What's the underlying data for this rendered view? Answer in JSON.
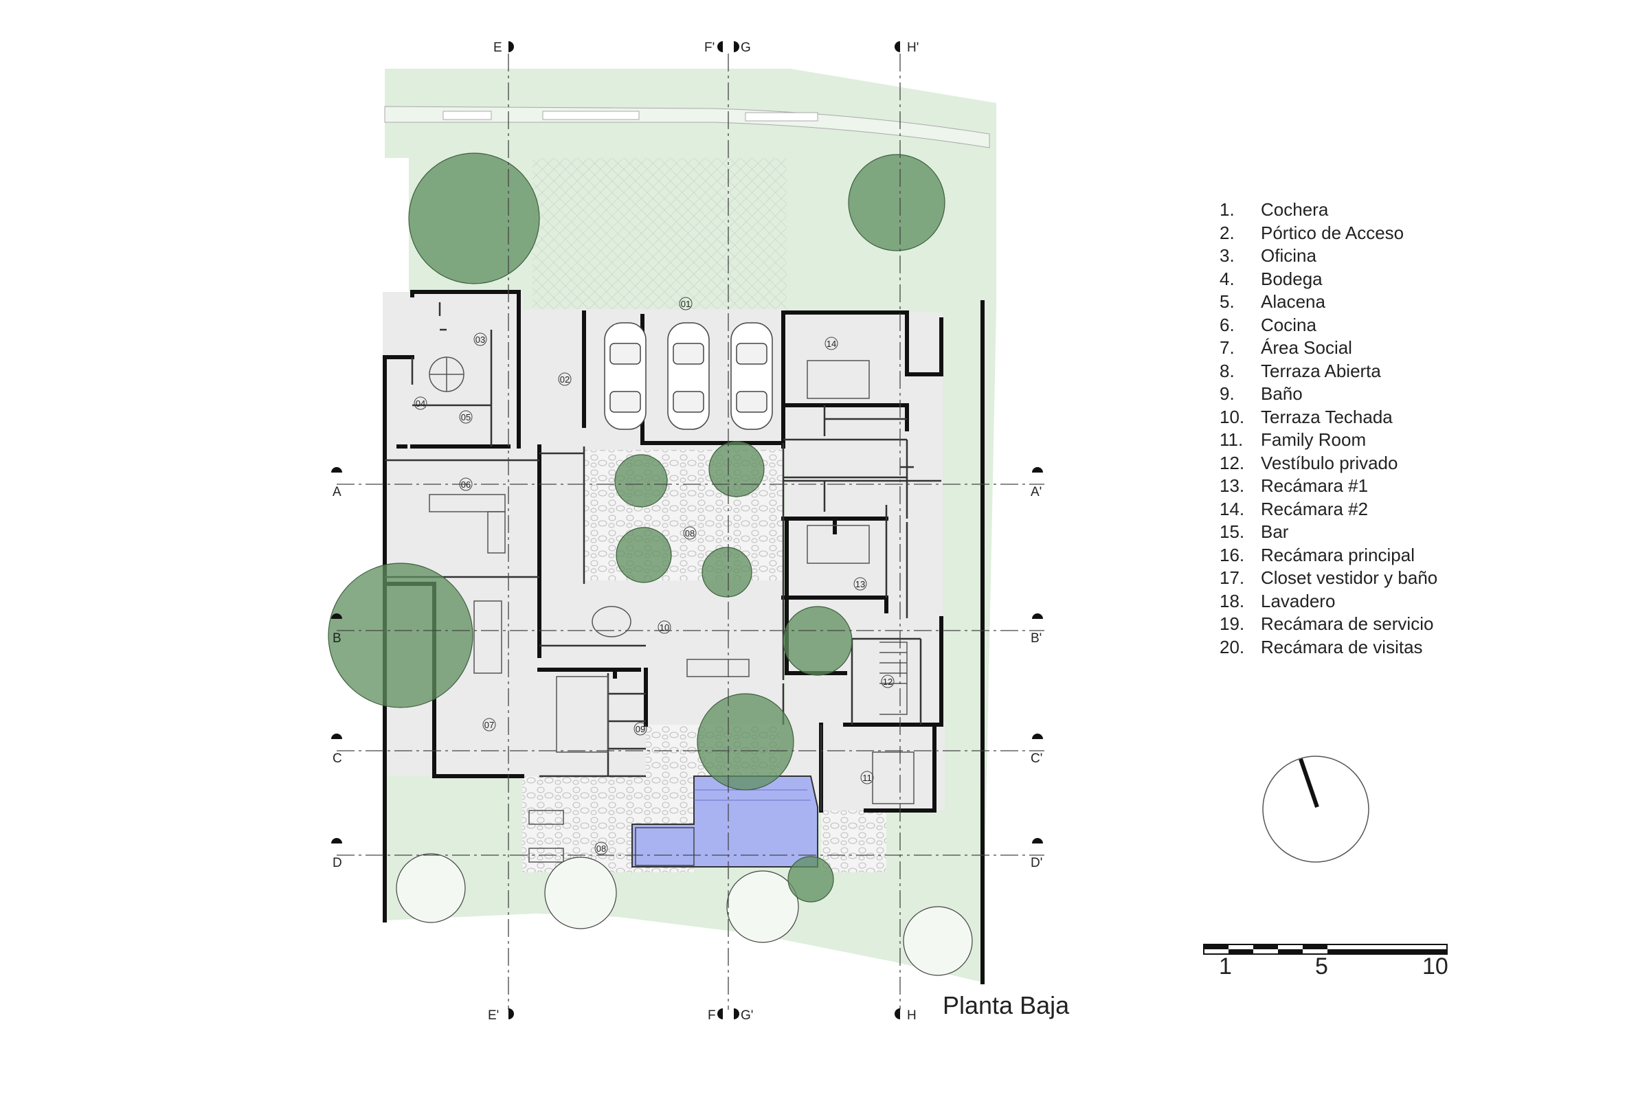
{
  "title": "Planta Baja",
  "axes": {
    "top": [
      "E",
      "F'",
      "G",
      "H'"
    ],
    "bottom": [
      "E'",
      "F",
      "G'",
      "H"
    ],
    "left": [
      "A",
      "B",
      "C",
      "D"
    ],
    "right": [
      "A'",
      "B'",
      "C'",
      "D'"
    ]
  },
  "room_numbers": [
    "01",
    "02",
    "03",
    "04",
    "05",
    "06",
    "07",
    "08",
    "09",
    "10",
    "11",
    "12",
    "13",
    "14",
    "08"
  ],
  "legend": [
    {
      "n": "1.",
      "name": "Cochera"
    },
    {
      "n": "2.",
      "name": "Pórtico de Acceso"
    },
    {
      "n": "3.",
      "name": "Oficina"
    },
    {
      "n": "4.",
      "name": "Bodega"
    },
    {
      "n": "5.",
      "name": "Alacena"
    },
    {
      "n": "6.",
      "name": "Cocina"
    },
    {
      "n": "7.",
      "name": "Área Social"
    },
    {
      "n": "8.",
      "name": "Terraza Abierta"
    },
    {
      "n": "9.",
      "name": "Baño"
    },
    {
      "n": "10.",
      "name": "Terraza Techada"
    },
    {
      "n": "11.",
      "name": "Family Room"
    },
    {
      "n": "12.",
      "name": "Vestíbulo privado"
    },
    {
      "n": "13.",
      "name": "Recámara #1"
    },
    {
      "n": "14.",
      "name": "Recámara #2"
    },
    {
      "n": "15.",
      "name": "Bar"
    },
    {
      "n": "16.",
      "name": "Recámara principal"
    },
    {
      "n": "17.",
      "name": "Closet vestidor y baño"
    },
    {
      "n": "18.",
      "name": "Lavadero"
    },
    {
      "n": "19.",
      "name": "Recámara de servicio"
    },
    {
      "n": "20.",
      "name": "Recámara de visitas"
    }
  ],
  "scale_bar": {
    "labels": [
      "1",
      "5",
      "10"
    ]
  },
  "colors": {
    "garden": "#dfeedd",
    "tree": "#5f8f5f",
    "pool": "#a9b3f2",
    "wall": "#111111",
    "floor": "#ebebeb"
  }
}
